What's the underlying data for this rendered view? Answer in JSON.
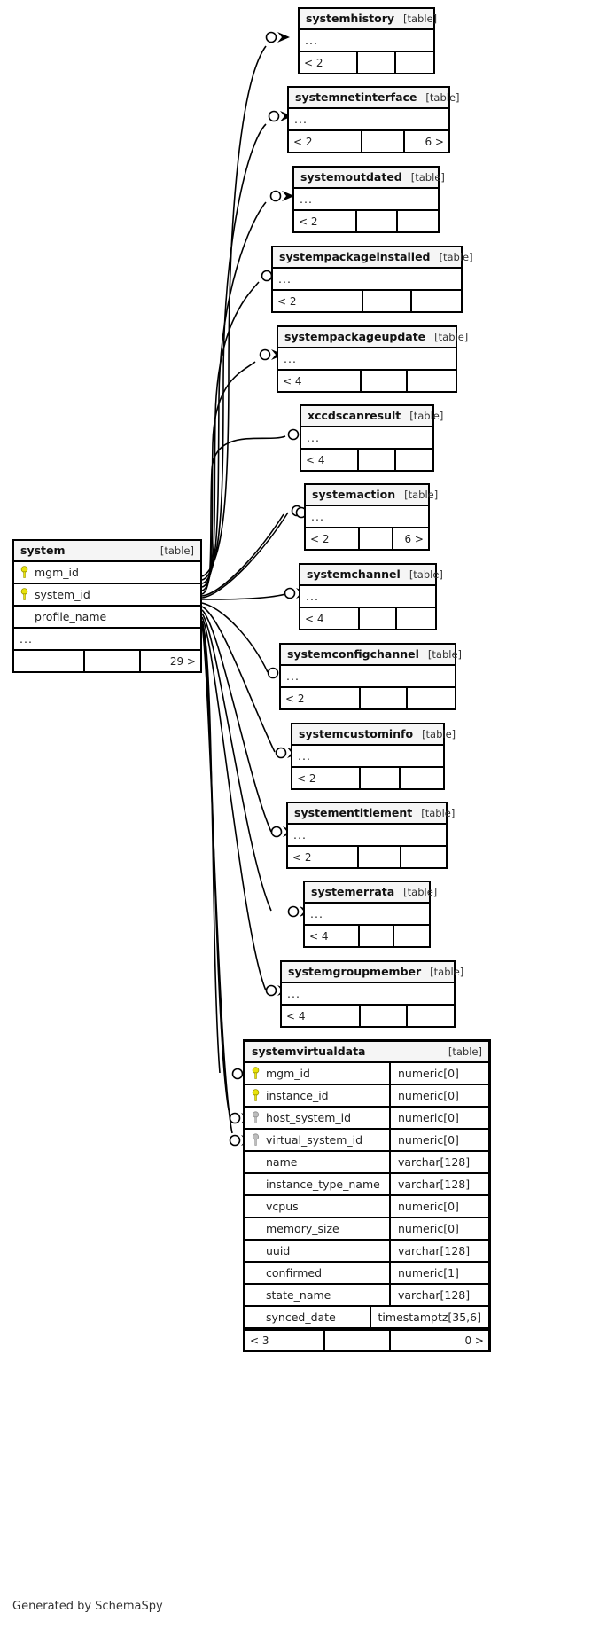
{
  "meta": {
    "table_tag": "[table]",
    "ellipsis": "...",
    "generated_by": "Generated by SchemaSpy",
    "pk_key_color": "#e8e20a",
    "fk_key_color": "#b3b3b3",
    "title_bg": "#f5f5f5",
    "border_color": "#000000"
  },
  "main_table": {
    "name": "system",
    "tag": "[table]",
    "columns": [
      {
        "name": "mgm_id",
        "key": "primary"
      },
      {
        "name": "system_id",
        "key": "primary"
      },
      {
        "name": "profile_name",
        "key": "none"
      }
    ],
    "ellipsis": "...",
    "footer": {
      "left": "",
      "middle": "",
      "right": "29 >"
    }
  },
  "related_tables": [
    {
      "name": "systemhistory",
      "tag": "[table]",
      "ellipsis": "...",
      "footer": {
        "left": "< 2",
        "middle": "",
        "right": ""
      }
    },
    {
      "name": "systemnetinterface",
      "tag": "[table]",
      "ellipsis": "...",
      "footer": {
        "left": "< 2",
        "middle": "",
        "right": "6 >"
      }
    },
    {
      "name": "systemoutdated",
      "tag": "[table]",
      "ellipsis": "...",
      "footer": {
        "left": "< 2",
        "middle": "",
        "right": ""
      }
    },
    {
      "name": "systempackageinstalled",
      "tag": "[table]",
      "ellipsis": "...",
      "footer": {
        "left": "< 2",
        "middle": "",
        "right": ""
      }
    },
    {
      "name": "systempackageupdate",
      "tag": "[table]",
      "ellipsis": "...",
      "footer": {
        "left": "< 4",
        "middle": "",
        "right": ""
      }
    },
    {
      "name": "xccdscanresult",
      "tag": "[table]",
      "ellipsis": "...",
      "footer": {
        "left": "< 4",
        "middle": "",
        "right": ""
      }
    },
    {
      "name": "systemaction",
      "tag": "[table]",
      "ellipsis": "...",
      "footer": {
        "left": "< 2",
        "middle": "",
        "right": "6 >"
      }
    },
    {
      "name": "systemchannel",
      "tag": "[table]",
      "ellipsis": "...",
      "footer": {
        "left": "< 4",
        "middle": "",
        "right": ""
      }
    },
    {
      "name": "systemconfigchannel",
      "tag": "[table]",
      "ellipsis": "...",
      "footer": {
        "left": "< 2",
        "middle": "",
        "right": ""
      }
    },
    {
      "name": "systemcustominfo",
      "tag": "[table]",
      "ellipsis": "...",
      "footer": {
        "left": "< 2",
        "middle": "",
        "right": ""
      }
    },
    {
      "name": "systementitlement",
      "tag": "[table]",
      "ellipsis": "...",
      "footer": {
        "left": "< 2",
        "middle": "",
        "right": ""
      }
    },
    {
      "name": "systemerrata",
      "tag": "[table]",
      "ellipsis": "...",
      "footer": {
        "left": "< 4",
        "middle": "",
        "right": ""
      }
    },
    {
      "name": "systemgroupmember",
      "tag": "[table]",
      "ellipsis": "...",
      "footer": {
        "left": "< 4",
        "middle": "",
        "right": ""
      }
    }
  ],
  "detail_table": {
    "name": "systemvirtualdata",
    "tag": "[table]",
    "columns": [
      {
        "name": "mgm_id",
        "type": "numeric[0]",
        "key": "primary"
      },
      {
        "name": "instance_id",
        "type": "numeric[0]",
        "key": "primary"
      },
      {
        "name": "host_system_id",
        "type": "numeric[0]",
        "key": "foreign"
      },
      {
        "name": "virtual_system_id",
        "type": "numeric[0]",
        "key": "foreign"
      },
      {
        "name": "name",
        "type": "varchar[128]",
        "key": "none"
      },
      {
        "name": "instance_type_name",
        "type": "varchar[128]",
        "key": "none"
      },
      {
        "name": "vcpus",
        "type": "numeric[0]",
        "key": "none"
      },
      {
        "name": "memory_size",
        "type": "numeric[0]",
        "key": "none"
      },
      {
        "name": "uuid",
        "type": "varchar[128]",
        "key": "none"
      },
      {
        "name": "confirmed",
        "type": "numeric[1]",
        "key": "none"
      },
      {
        "name": "state_name",
        "type": "varchar[128]",
        "key": "none"
      },
      {
        "name": "synced_date",
        "type": "timestamptz[35,6]",
        "key": "none"
      }
    ],
    "footer": {
      "left": "< 3",
      "middle": "",
      "right": "0 >"
    }
  }
}
